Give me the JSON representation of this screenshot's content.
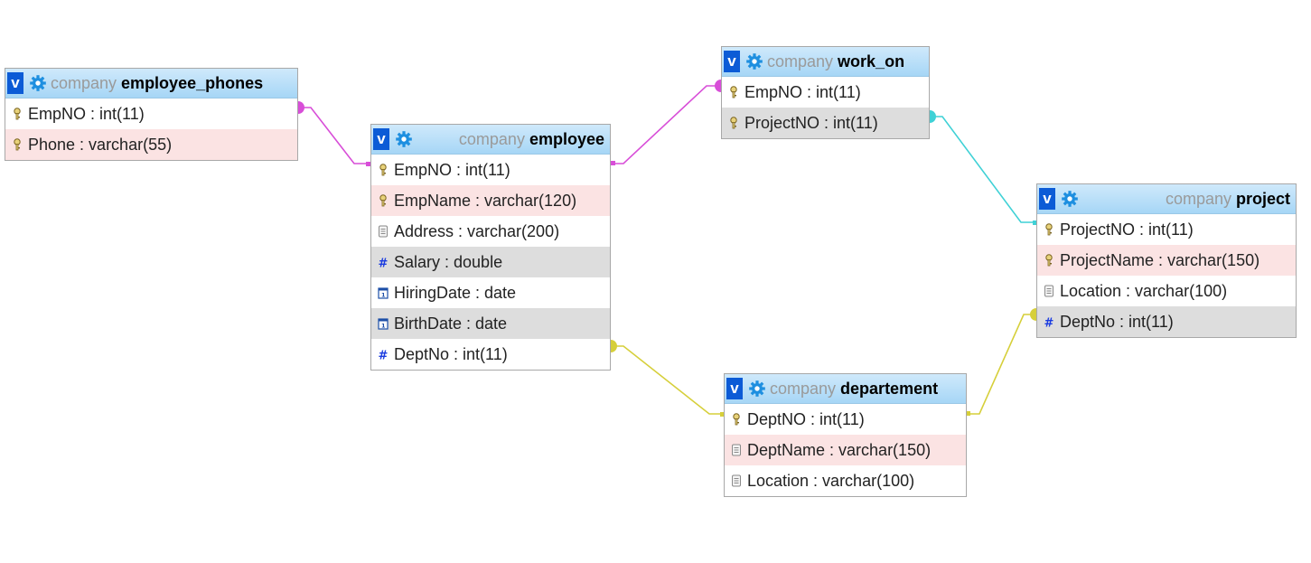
{
  "colors": {
    "link_magenta": "#d84ed8",
    "link_cyan": "#3fd1d6",
    "link_yellow": "#d6cf3a",
    "header_blue": "#a6d6f6",
    "toggle_blue": "#0c5bd6",
    "row_pink": "#fbe3e3",
    "row_gray": "#dddddd"
  },
  "tables": {
    "employee_phones": {
      "db": "company",
      "name": "employee_phones",
      "toggle": "v",
      "columns": [
        {
          "text": "EmpNO : int(11)",
          "icon": "key-icon"
        },
        {
          "text": "Phone : varchar(55)",
          "icon": "key-icon"
        }
      ]
    },
    "employee": {
      "db": "company",
      "name": "employee",
      "toggle": "v",
      "columns": [
        {
          "text": "EmpNO : int(11)",
          "icon": "key-icon"
        },
        {
          "text": "EmpName : varchar(120)",
          "icon": "key-icon"
        },
        {
          "text": "Address : varchar(200)",
          "icon": "text-field-icon"
        },
        {
          "text": "Salary : double",
          "icon": "number-icon"
        },
        {
          "text": "HiringDate : date",
          "icon": "calendar-icon"
        },
        {
          "text": "BirthDate : date",
          "icon": "calendar-icon"
        },
        {
          "text": "DeptNo : int(11)",
          "icon": "number-icon"
        }
      ]
    },
    "work_on": {
      "db": "company",
      "name": "work_on",
      "toggle": "v",
      "columns": [
        {
          "text": "EmpNO : int(11)",
          "icon": "key-icon"
        },
        {
          "text": "ProjectNO : int(11)",
          "icon": "key-icon"
        }
      ]
    },
    "project": {
      "db": "company",
      "name": "project",
      "toggle": "v",
      "columns": [
        {
          "text": "ProjectNO : int(11)",
          "icon": "key-icon"
        },
        {
          "text": "ProjectName : varchar(150)",
          "icon": "key-icon"
        },
        {
          "text": "Location : varchar(100)",
          "icon": "text-field-icon"
        },
        {
          "text": "DeptNo : int(11)",
          "icon": "number-icon"
        }
      ]
    },
    "departement": {
      "db": "company",
      "name": "departement",
      "toggle": "v",
      "columns": [
        {
          "text": "DeptNO : int(11)",
          "icon": "key-icon"
        },
        {
          "text": "DeptName : varchar(150)",
          "icon": "text-field-icon"
        },
        {
          "text": "Location : varchar(100)",
          "icon": "text-field-icon"
        }
      ]
    }
  }
}
